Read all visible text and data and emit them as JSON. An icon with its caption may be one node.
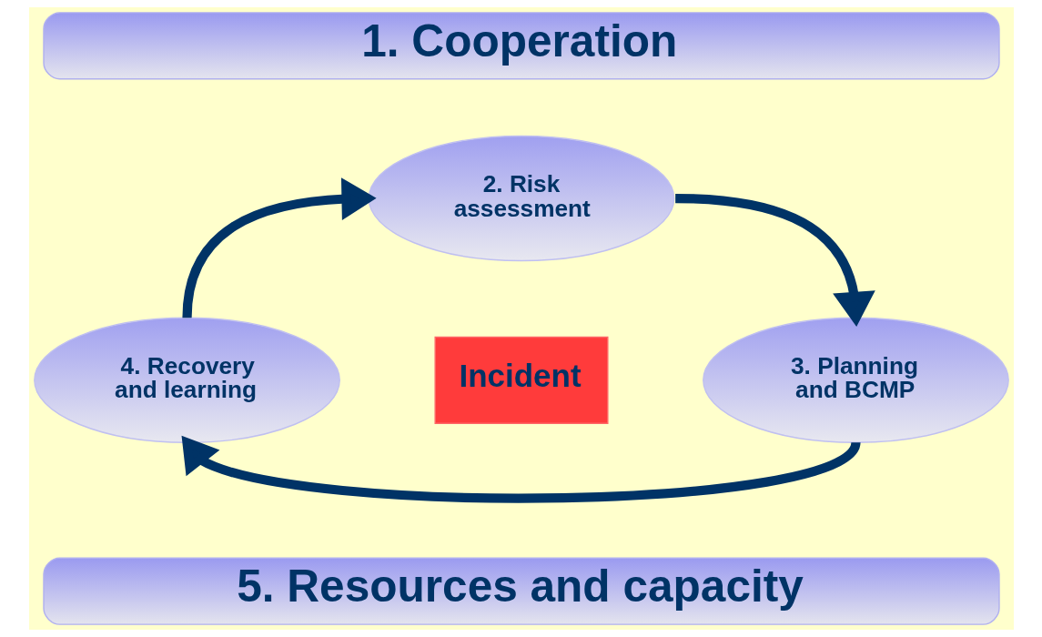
{
  "diagram": {
    "nodes": [
      {
        "text": [
          "1. Cooperation"
        ]
      },
      {
        "text": [
          "2. Risk assessment"
        ]
      },
      {
        "text": [
          "3. Planning and BCMP"
        ]
      },
      {
        "text": [
          "Incident"
        ]
      },
      {
        "text": [
          "4. Recovery and learning"
        ]
      },
      {
        "text": [
          "5. Resources and capacity"
        ]
      }
    ],
    "edges": [
      {
        "from": 1,
        "to": 2,
        "arrow": "to"
      },
      {
        "from": 2,
        "to": 4,
        "arrow": "to"
      },
      {
        "from": 4,
        "to": 1,
        "arrow": "to"
      }
    ]
  }
}
